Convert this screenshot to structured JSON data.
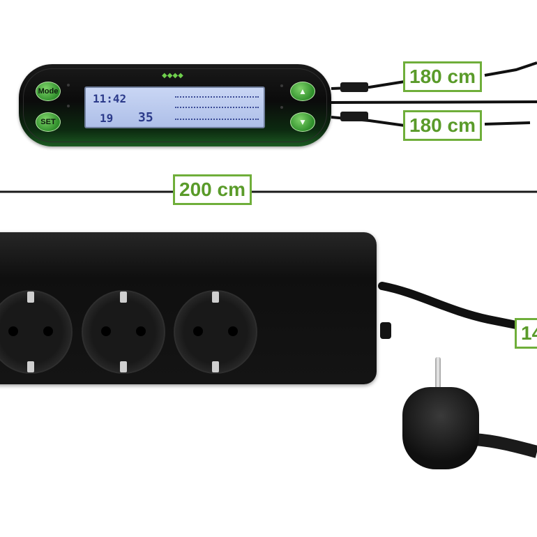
{
  "dimensions": {
    "controller_cable_top": "180 cm",
    "controller_cable_bottom": "180 cm",
    "strip_total": "200 cm",
    "strip_cable": "14"
  },
  "controller": {
    "buttons": {
      "mode": "Mode",
      "set": "SET",
      "up": "▲",
      "down": "▼"
    },
    "display": {
      "time": "11:42",
      "temp_set": "19",
      "temp_current": "35"
    }
  },
  "power_strip": {
    "socket_count": 3
  },
  "colors": {
    "label_border": "#6fae3a",
    "label_text": "#5a9b2a",
    "lcd_bg": "#b9c8ee",
    "accent_green": "#2f8f2b"
  },
  "icons": [
    "up-arrow-icon",
    "down-arrow-icon",
    "schuko-socket-icon",
    "schuko-plug-icon"
  ]
}
